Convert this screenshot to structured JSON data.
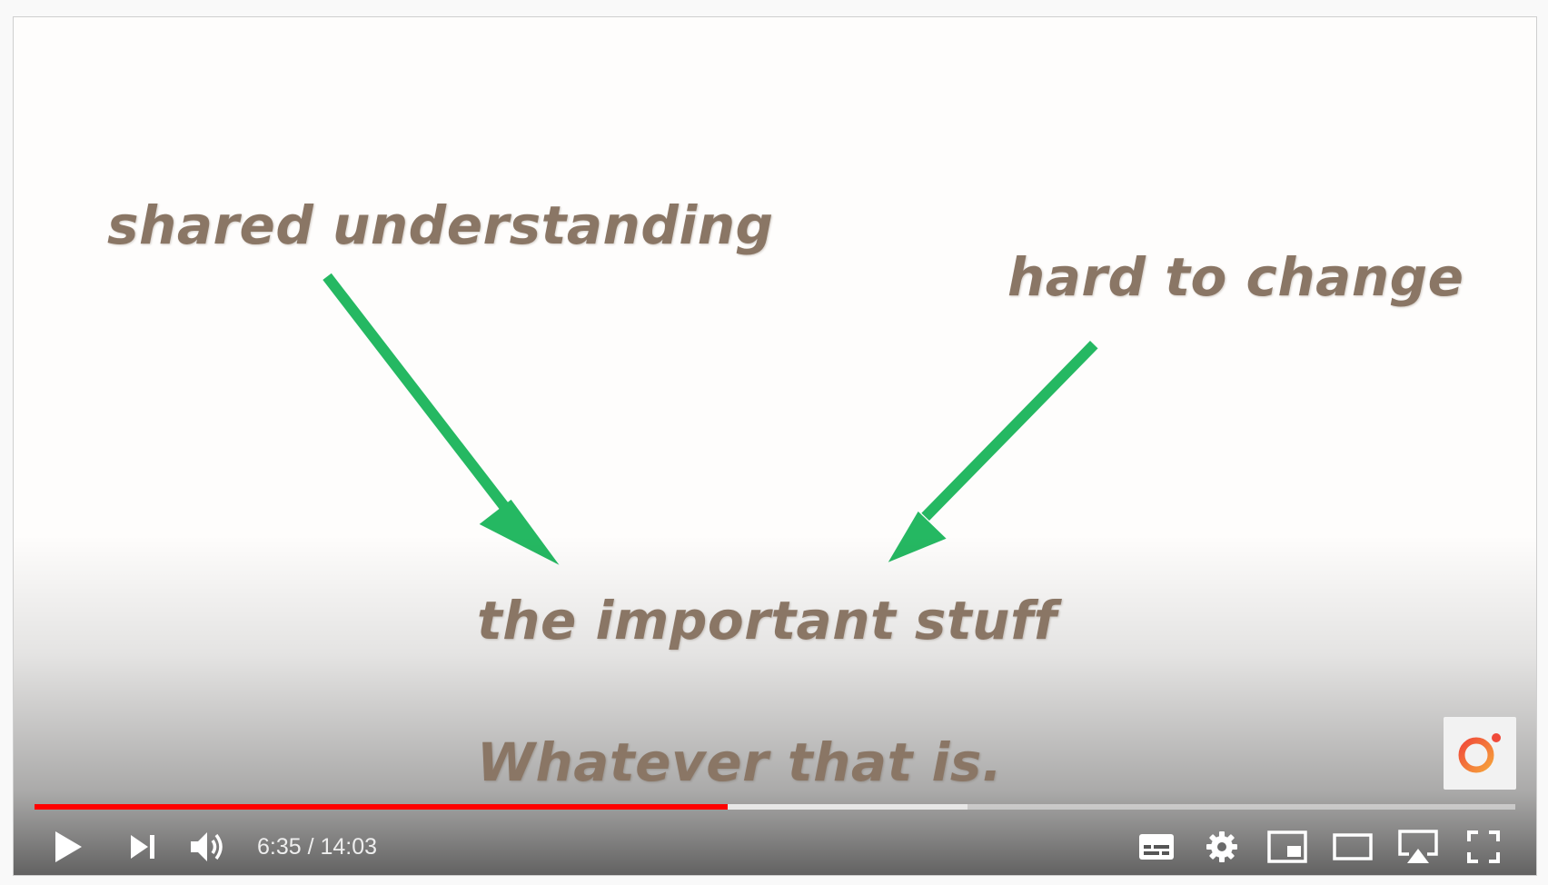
{
  "slide": {
    "phrase_top_left": "shared understanding",
    "phrase_top_right": "hard to change",
    "phrase_center": "the important stuff",
    "phrase_bottom": "Whatever that is."
  },
  "player": {
    "current_time": "6:35",
    "duration": "14:03",
    "time_display": "6:35 / 14:03",
    "progress_played_fraction": 0.4683,
    "progress_buffered_fraction": 0.6302
  },
  "colors": {
    "arrow_green": "#25b862",
    "progress_red": "#ff0000",
    "slide_text": "#8a7665",
    "badge_ring_start": "#f04a3a",
    "badge_ring_end": "#f6a23b"
  },
  "icons": {
    "play": "play-icon",
    "next": "next-icon",
    "volume": "volume-icon",
    "subtitles": "subtitles-icon",
    "settings": "gear-icon",
    "miniplayer": "miniplayer-icon",
    "theater": "theater-mode-icon",
    "airplay": "airplay-icon",
    "fullscreen": "fullscreen-icon",
    "channel": "channel-logo-icon"
  }
}
